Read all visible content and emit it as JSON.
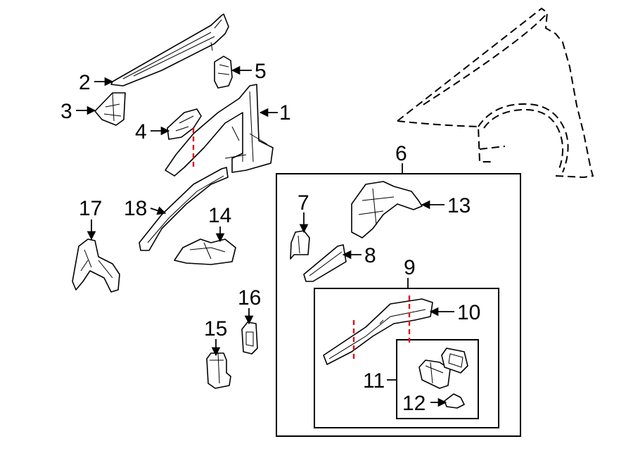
{
  "callouts": {
    "c1": "1",
    "c2": "2",
    "c3": "3",
    "c4": "4",
    "c5": "5",
    "c6": "6",
    "c7": "7",
    "c8": "8",
    "c9": "9",
    "c10": "10",
    "c11": "11",
    "c12": "12",
    "c13": "13",
    "c14": "14",
    "c15": "15",
    "c16": "16",
    "c17": "17",
    "c18": "18"
  },
  "colors": {
    "line": "#000000",
    "cut_line": "#e0101a",
    "background": "#ffffff"
  }
}
